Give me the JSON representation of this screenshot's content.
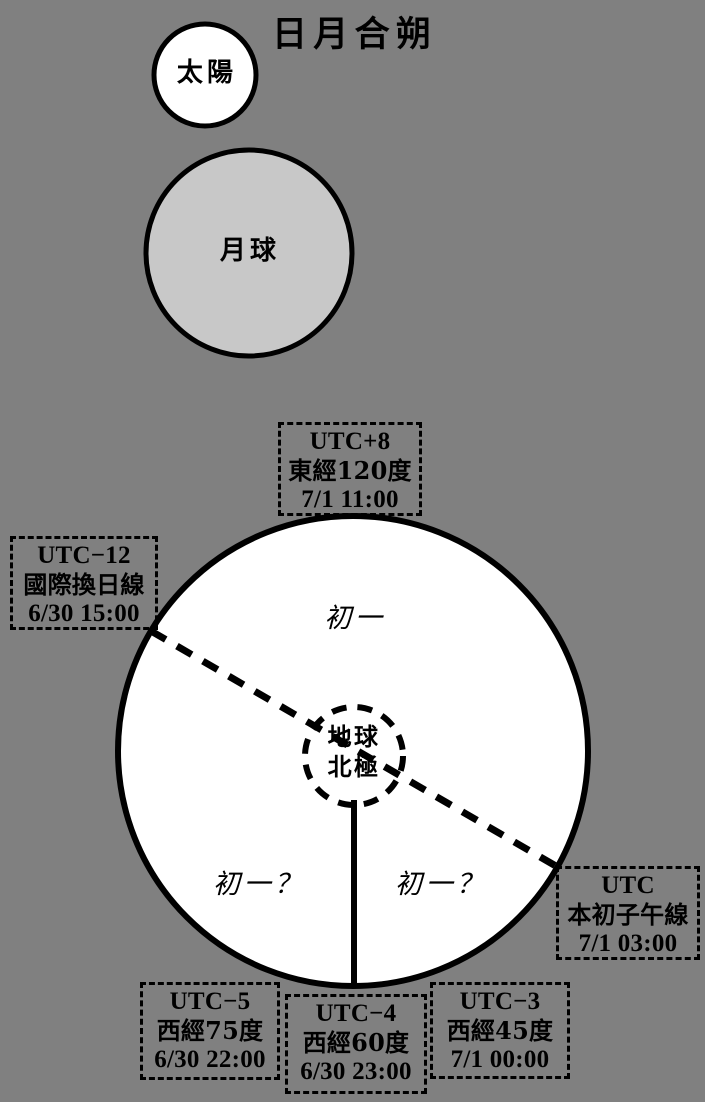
{
  "diagram": {
    "title": "日月合朔",
    "background_color": "#808080"
  },
  "bodies": {
    "sun": {
      "label": "太陽",
      "fill": "#ffffff"
    },
    "moon": {
      "label": "月球",
      "fill": "#c8c8c8"
    },
    "earth": {
      "fill": "#ffffff"
    },
    "pole": {
      "line1": "地球",
      "line2": "北極"
    }
  },
  "phase_labels": {
    "top": "初一",
    "bottom_left": "初一？",
    "bottom_right": "初一？"
  },
  "timezone_boxes": [
    {
      "id": "utc-plus8",
      "utc": "UTC+8",
      "meridian": "東經120度",
      "time": "7/1  11:00"
    },
    {
      "id": "utc-minus12",
      "utc": "UTC−12",
      "meridian": "國際換日線",
      "time": "6/30  15:00"
    },
    {
      "id": "utc-zero",
      "utc": "UTC",
      "meridian": "本初子午線",
      "time": "7/1  03:00"
    },
    {
      "id": "utc-minus5",
      "utc": "UTC−5",
      "meridian": "西經75度",
      "time": "6/30  22:00"
    },
    {
      "id": "utc-minus4",
      "utc": "UTC−4",
      "meridian": "西經60度",
      "time": "6/30  23:00"
    },
    {
      "id": "utc-minus3",
      "utc": "UTC−3",
      "meridian": "西經45度",
      "time": "7/1  00:00"
    }
  ]
}
